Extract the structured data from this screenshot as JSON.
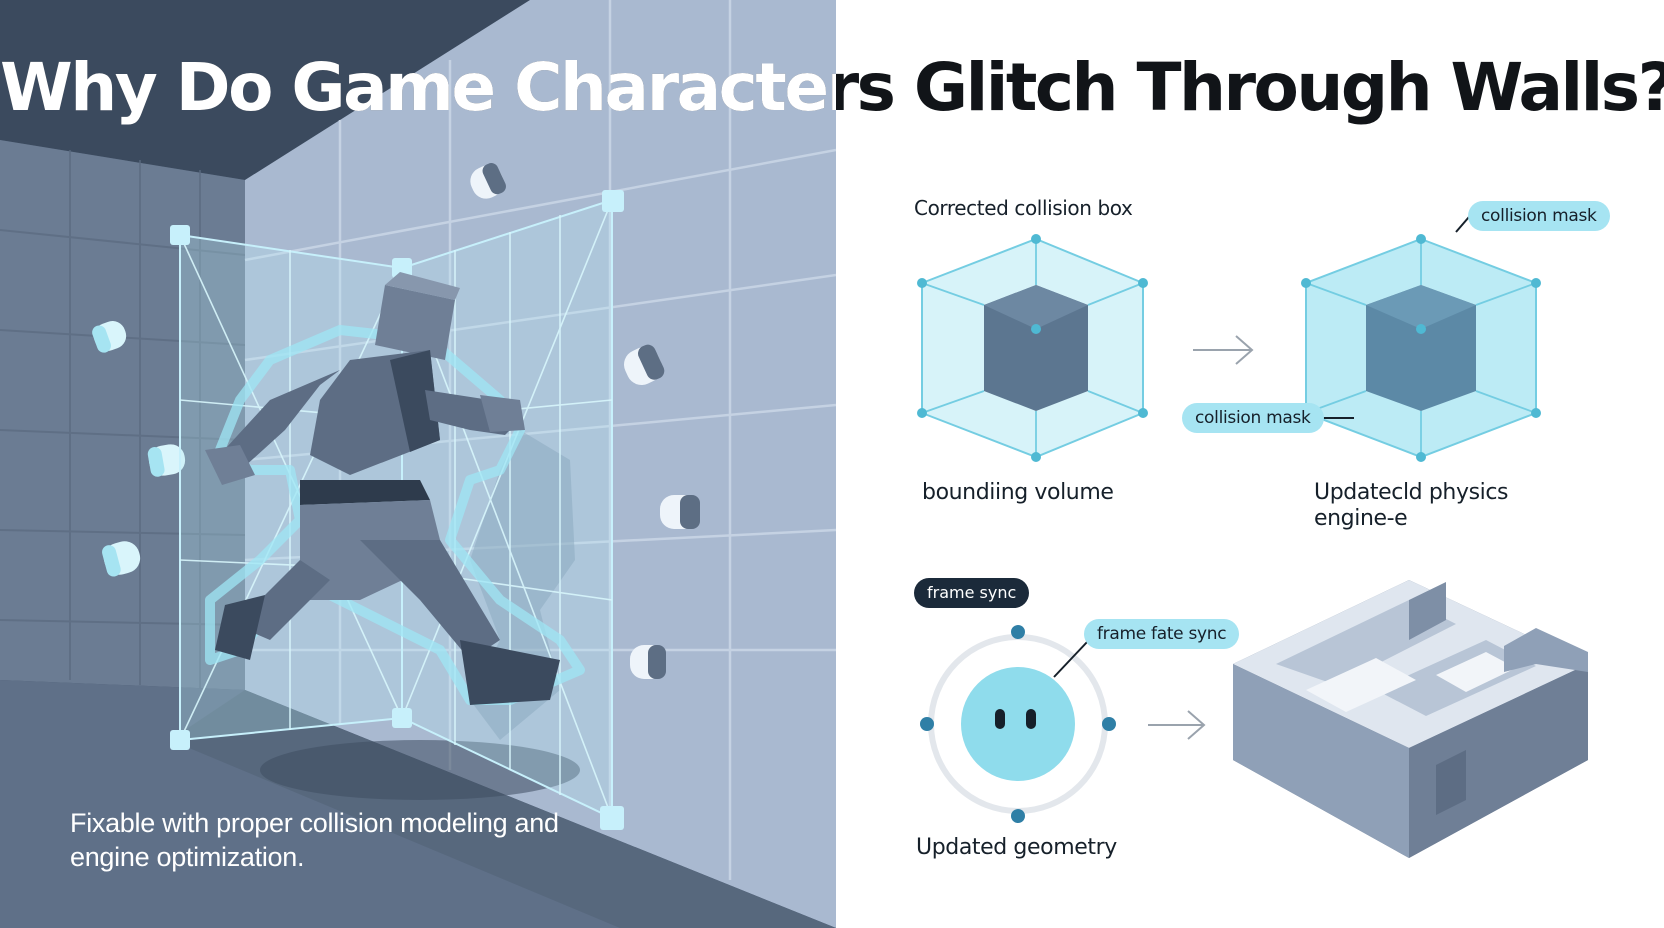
{
  "title": "Why Do Game Characters Glitch Through Walls?",
  "caption": "Fixable with proper collision modeling and engine optimization.",
  "diagram": {
    "top_left_heading": "Corrected collision box",
    "top_left_label": "boundiing volume",
    "top_right_pill_top": "collision mask",
    "top_right_pill_left": "collision mask",
    "top_right_label": "Updatecld physics engine-e",
    "bottom_left_pill_dark": "frame sync",
    "bottom_left_pill": "frame fate sync",
    "bottom_left_label": "Updated geometry"
  },
  "icons": {
    "arrow_top": "right-arrow-icon",
    "arrow_bottom": "right-arrow-icon"
  },
  "colors": {
    "wall_dark": "#3b4a5e",
    "wall_mid": "#5f7088",
    "wall_light": "#a9b9d0",
    "accent_cyan": "#a6e4f2",
    "cube_dark": "#5c7690",
    "text_dark": "#111418"
  }
}
